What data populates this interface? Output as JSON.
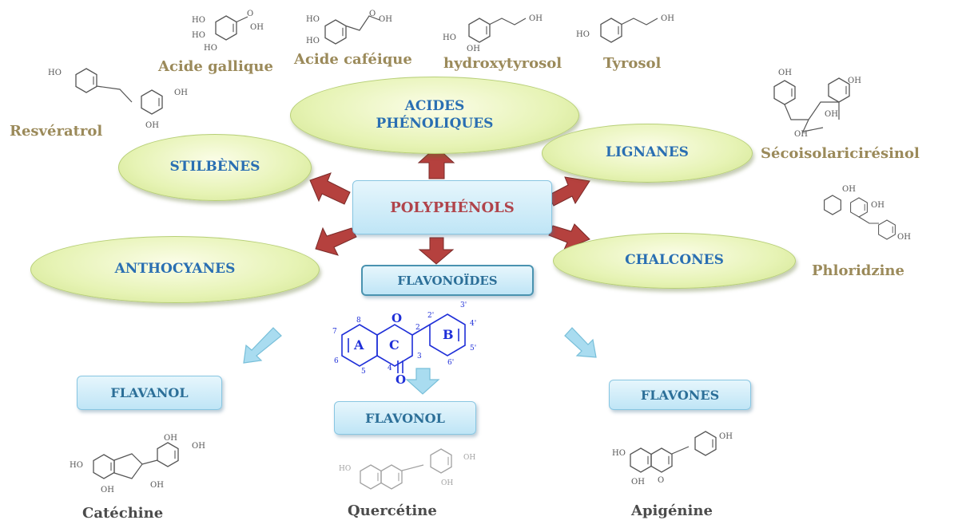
{
  "center": {
    "label": "POLYPHÉNOLS"
  },
  "classes": {
    "acides": "ACIDES\nPHÉNOLIQUES",
    "stilbenes": "STILBÈNES",
    "lignanes": "LIGNANES",
    "anthocyanes": "ANTHOCYANES",
    "chalcones": "CHALCONES"
  },
  "flavonoides": "FLAVONOÏDES",
  "subclasses": {
    "flavanol": "FLAVANOL",
    "flavonol": "FLAVONOL",
    "flavones": "FLAVONES"
  },
  "compounds": {
    "acide_gallique": "Acide gallique",
    "acide_cafeique": "Acide caféique",
    "hydroxytyrosol": "hydroxytyrosol",
    "tyrosol": "Tyrosol",
    "resveratrol": "Resvératrol",
    "secoisolariciresinol": "Sécoisolaricirésinol",
    "phloridzine": "Phloridzine",
    "catechine": "Catéchine",
    "quercetine": "Quercétine",
    "apigenine": "Apigénine"
  },
  "chem": {
    "ho": "HO",
    "oh": "OH",
    "o": "O",
    "ring_a": "A",
    "ring_b": "B",
    "ring_c": "C",
    "pos": [
      "2",
      "3",
      "4",
      "5",
      "6",
      "7",
      "8",
      "2'",
      "3'",
      "4'",
      "5'",
      "6'"
    ]
  },
  "colors": {
    "arrow_red": "#b5413e",
    "arrow_blue": "#a9dcf0",
    "scaffold_blue": "#1f2fd8",
    "bond_grey": "#555555"
  }
}
